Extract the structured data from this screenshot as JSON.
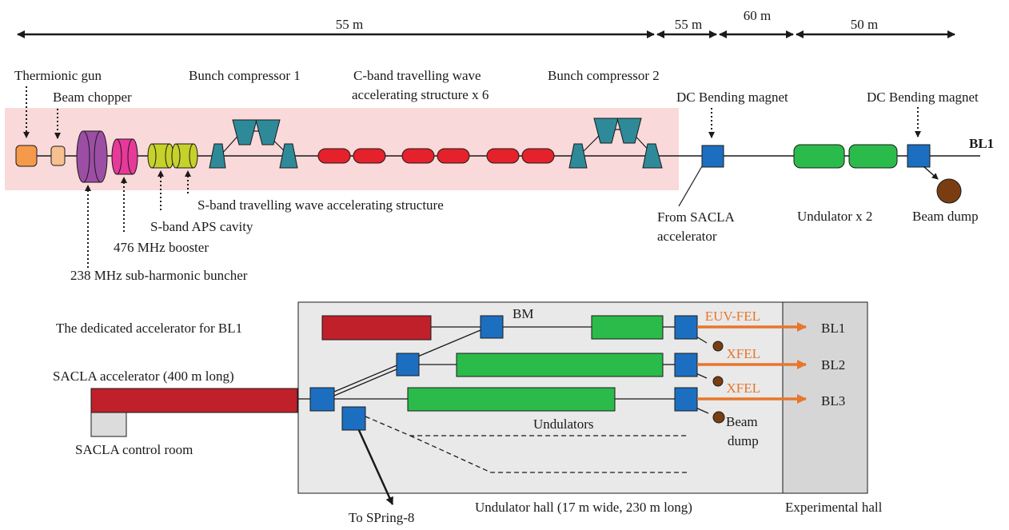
{
  "colors": {
    "accelerator_band": "#f9d9d9",
    "thermionic_gun": "#f59a4a",
    "beam_chopper": "#f7c08f",
    "sub_harmonic_buncher": "#9b4ea3",
    "booster": "#e7399a",
    "s_band": "#c6d12a",
    "bunch_compressor": "#2e8a99",
    "c_band": "#e5212b",
    "bending_magnet": "#1c6fc0",
    "undulator": "#2bbb4a",
    "beam_dump": "#7a3d12",
    "sacla_accelerator": "#c0202a",
    "hall_fill": "#e9e9e9",
    "experimental_hall_fill": "#d6d6d6",
    "photon_beam": "#e8762c"
  },
  "distances": {
    "seg1": "55 m",
    "seg2": "55 m",
    "seg3": "60 m",
    "seg4": "50 m"
  },
  "top_labels": {
    "thermionic_gun": "Thermionic gun",
    "beam_chopper": "Beam chopper",
    "bunch_compressor_1": "Bunch compressor 1",
    "c_band_line1": "C-band travelling wave",
    "c_band_line2": "accelerating structure x 6",
    "bunch_compressor_2": "Bunch compressor 2",
    "dc_bending_1": "DC Bending magnet",
    "dc_bending_2": "DC Bending magnet",
    "bl1": "BL1",
    "s_band_tw": "S-band travelling wave accelerating structure",
    "s_band_aps": "S-band APS cavity",
    "booster": "476 MHz booster",
    "buncher": "238 MHz sub-harmonic buncher",
    "from_sacla_line1": "From SACLA",
    "from_sacla_line2": "accelerator",
    "undulator_x2": "Undulator x 2",
    "beam_dump": "Beam dump"
  },
  "layout_labels": {
    "dedicated_accelerator": "The dedicated accelerator for BL1",
    "sacla_accelerator": "SACLA accelerator (400 m long)",
    "sacla_control_room": "SACLA control room",
    "bm": "BM",
    "euv_fel": "EUV-FEL",
    "xfel_1": "XFEL",
    "xfel_2": "XFEL",
    "bl1": "BL1",
    "bl2": "BL2",
    "bl3": "BL3",
    "undulators": "Undulators",
    "beam_dump_line1": "Beam",
    "beam_dump_line2": "dump",
    "to_spring8": "To SPring-8",
    "undulator_hall": "Undulator hall (17 m wide, 230 m long)",
    "experimental_hall": "Experimental hall"
  }
}
